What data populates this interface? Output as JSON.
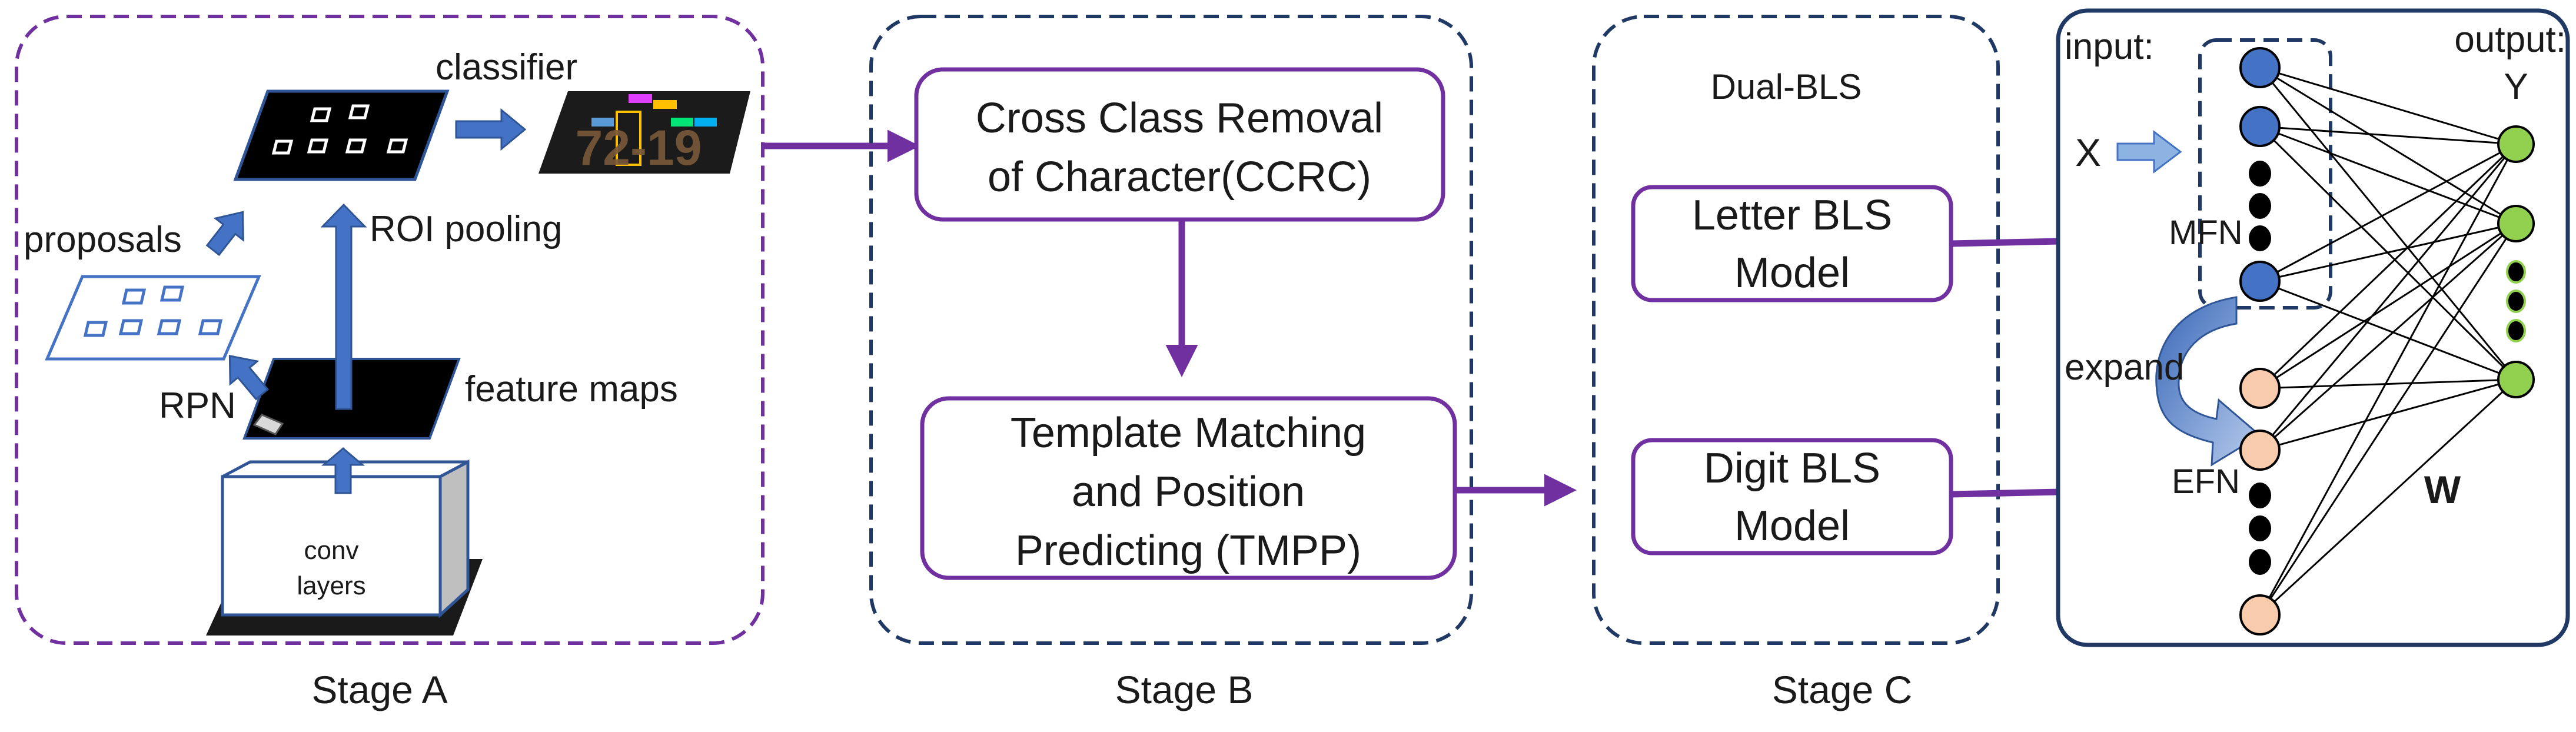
{
  "stages": {
    "a": {
      "caption": "Stage A"
    },
    "b": {
      "caption": "Stage B"
    },
    "c": {
      "caption": "Stage C",
      "title": "Dual-BLS"
    }
  },
  "stage_a_labels": {
    "classifier": "classifier",
    "proposals": "proposals",
    "roi_pooling": "ROI pooling",
    "feature_maps": "feature maps",
    "rpn": "RPN",
    "conv_line1": "conv",
    "conv_line2": "layers",
    "plate_text": "72-19"
  },
  "stage_b_boxes": {
    "ccrc_line1": "Cross Class Removal",
    "ccrc_line2": "of Character(CCRC)",
    "tmpp_line1": "Template Matching",
    "tmpp_line2": "and Position",
    "tmpp_line3": "Predicting (TMPP)"
  },
  "stage_c_boxes": {
    "letter_line1": "Letter BLS",
    "letter_line2": "Model",
    "digit_line1": "Digit BLS",
    "digit_line2": "Model"
  },
  "bls_network": {
    "input_label": "input:",
    "output_label": "output:",
    "x_label": "X",
    "y_label": "Y",
    "mfn_label": "MFN",
    "efn_label": "EFN",
    "expand_label": "expand",
    "w_label": "W"
  },
  "colors": {
    "purple": "#7030A0",
    "navy": "#1F3864",
    "arrow_blue": "#4472C4",
    "mfn_node": "#4472C4",
    "efn_node": "#F8CBAD",
    "output_node": "#92D050"
  }
}
